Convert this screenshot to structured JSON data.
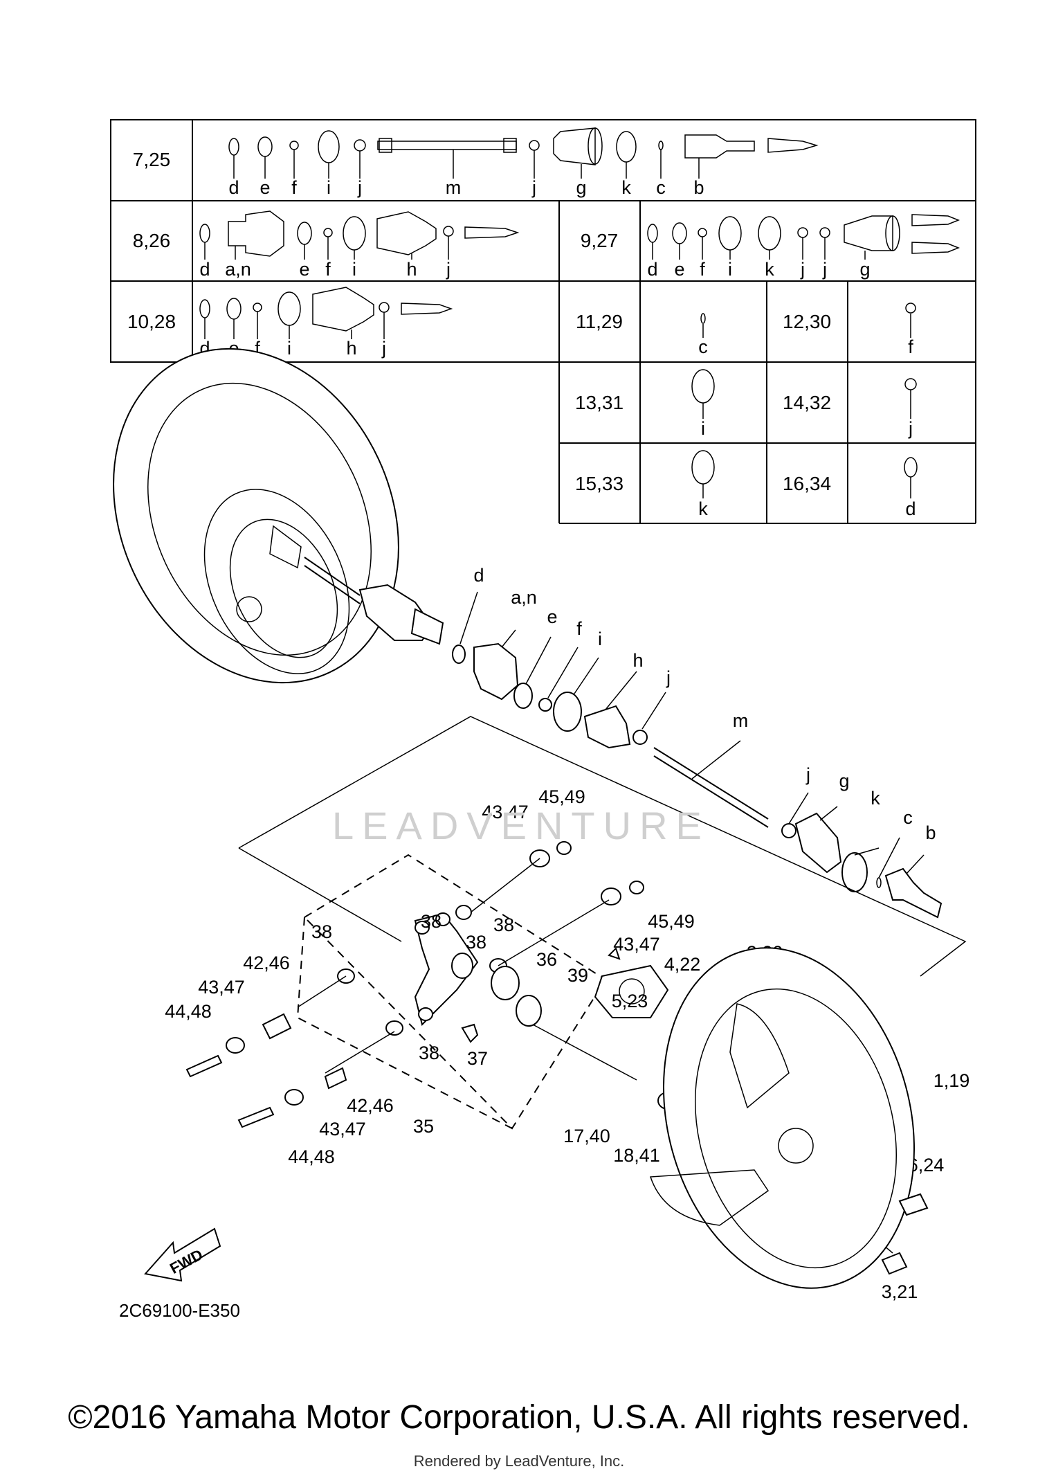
{
  "table": {
    "rows": [
      {
        "ref": "7,25",
        "letters": [
          "d",
          "e",
          "f",
          "i",
          "j",
          "m",
          "j",
          "g",
          "k",
          "c",
          "b"
        ]
      },
      {
        "ref": "8,26",
        "letters": [
          "d",
          "a,n",
          "e",
          "f",
          "i",
          "h",
          "j"
        ]
      },
      {
        "ref": "9,27",
        "letters": [
          "d",
          "e",
          "f",
          "i",
          "k",
          "j",
          "j",
          "g"
        ]
      },
      {
        "ref": "10,28",
        "letters": [
          "d",
          "e",
          "f",
          "i",
          "h",
          "j"
        ]
      },
      {
        "ref": "11,29",
        "letters": [
          "c"
        ]
      },
      {
        "ref": "12,30",
        "letters": [
          "f"
        ]
      },
      {
        "ref": "13,31",
        "letters": [
          "i"
        ]
      },
      {
        "ref": "14,32",
        "letters": [
          "j"
        ]
      },
      {
        "ref": "15,33",
        "letters": [
          "k"
        ]
      },
      {
        "ref": "16,34",
        "letters": [
          "d"
        ]
      }
    ]
  },
  "callouts": {
    "shaft": [
      "d",
      "a,n",
      "e",
      "f",
      "i",
      "h",
      "j",
      "m",
      "j",
      "g",
      "k",
      "c",
      "b"
    ],
    "hub": [
      "45,49",
      "43,47",
      "45,49",
      "43,47",
      "38",
      "38",
      "38",
      "38",
      "36",
      "39",
      "42,46",
      "43,47",
      "44,48",
      "37",
      "38",
      "4,22",
      "5,23",
      "2,20",
      "1,19",
      "42,46",
      "43,47",
      "44,48",
      "35",
      "17,40",
      "18,41",
      "6,24",
      "3,21"
    ]
  },
  "fwd_label": "FWD",
  "figure_code": "2C69100-E350",
  "watermark": "LEADVENTURE",
  "copyright": "©2016 Yamaha Motor Corporation, U.S.A. All rights reserved.",
  "rendered_by": "Rendered by LeadVenture, Inc."
}
